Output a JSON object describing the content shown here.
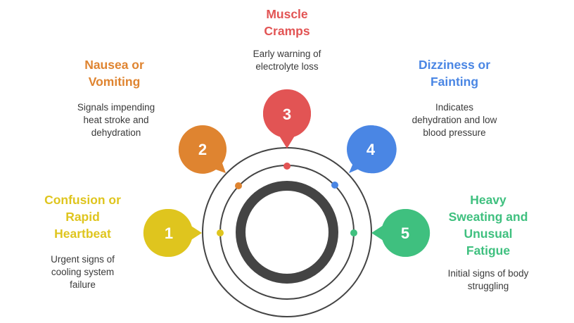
{
  "colors": {
    "yellow": "#dfc51e",
    "orange": "#df8430",
    "red": "#e25454",
    "blue": "#4a86e4",
    "green": "#3fc07f",
    "ring_dark": "#444444",
    "text_gray": "#3a3a3a"
  },
  "items": [
    {
      "number": "1",
      "title": "Confusion or\nRapid\nHeartbeat",
      "description": "Urgent signs of\ncooling system\nfailure",
      "color": "#dfc51e"
    },
    {
      "number": "2",
      "title": "Nausea or\nVomiting",
      "description": "Signals impending\nheat stroke and\ndehydration",
      "color": "#df8430"
    },
    {
      "number": "3",
      "title": "Muscle\nCramps",
      "description": "Early warning of\nelectrolyte loss",
      "color": "#e25454"
    },
    {
      "number": "4",
      "title": "Dizziness or\nFainting",
      "description": "Indicates\ndehydration and low\nblood pressure",
      "color": "#4a86e4"
    },
    {
      "number": "5",
      "title": "Heavy\nSweating and\nUnusual\nFatigue",
      "description": "Initial signs of body\nstruggling",
      "color": "#3fc07f"
    }
  ]
}
